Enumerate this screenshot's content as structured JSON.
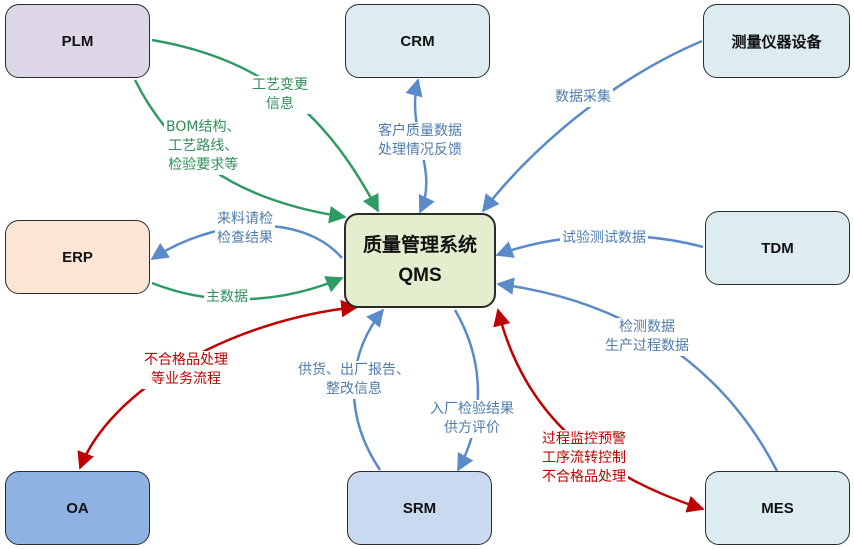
{
  "colors": {
    "green": "#2f9a63",
    "blue": "#5b8ac9",
    "red": "#c00000",
    "node_border": "#2b2b2b"
  },
  "nodes": {
    "plm": {
      "label": "PLM",
      "fill": "#ddd6e6"
    },
    "crm": {
      "label": "CRM",
      "fill": "#dcecf1"
    },
    "instruments": {
      "label": "测量仪器设备",
      "fill": "#dcecf1"
    },
    "erp": {
      "label": "ERP",
      "fill": "#fbe6d6"
    },
    "qms": {
      "line1": "质量管理系统",
      "line2": "QMS",
      "fill": "#e3eecf"
    },
    "tdm": {
      "label": "TDM",
      "fill": "#dcecf1"
    },
    "oa": {
      "label": "OA",
      "fill": "#8eb2e2"
    },
    "srm": {
      "label": "SRM",
      "fill": "#c9d9ef"
    },
    "mes": {
      "label": "MES",
      "fill": "#dcecf1"
    }
  },
  "edge_labels": {
    "plm_process_change": [
      "工艺变更",
      "信息"
    ],
    "plm_bom": [
      "BOM结构、",
      "工艺路线、",
      "检验要求等"
    ],
    "crm_feedback": [
      "客户质量数据",
      "处理情况反馈"
    ],
    "instruments_collect": [
      "数据采集"
    ],
    "erp_incoming": [
      "来料请检",
      "检查结果"
    ],
    "erp_master": [
      "主数据"
    ],
    "tdm_test": [
      "试验测试数据"
    ],
    "mes_inspection": [
      "检测数据",
      "生产过程数据"
    ],
    "oa_nonconforming": [
      "不合格品处理",
      "等业务流程"
    ],
    "srm_supply": [
      "供货、出厂报告、",
      "整改信息"
    ],
    "srm_incoming": [
      "入厂检验结果",
      "供方评价"
    ],
    "mes_control": [
      "过程监控预警",
      "工序流转控制",
      "不合格品处理"
    ]
  }
}
